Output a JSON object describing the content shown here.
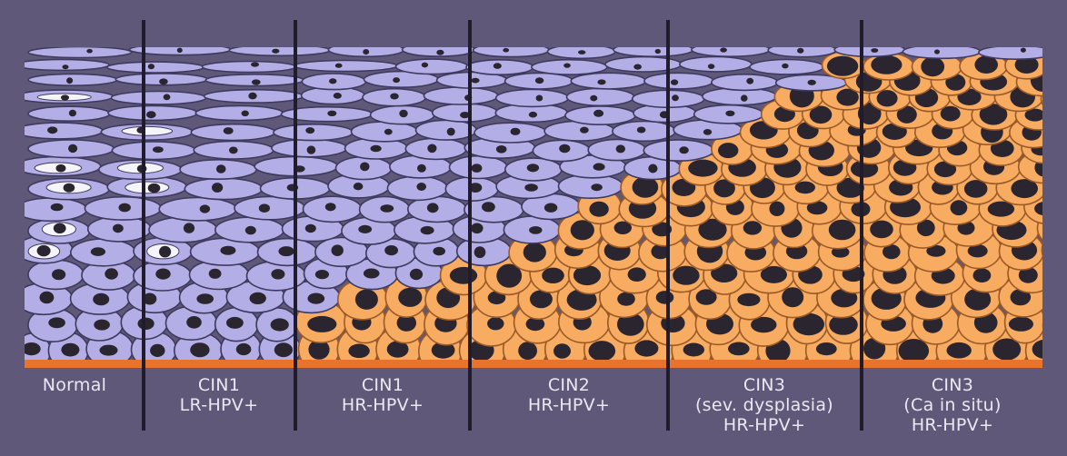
{
  "title": "",
  "colors": {
    "background": "#5f5878",
    "normal_cell_fill": "#b3aee6",
    "normal_cell_edge": "#3e3a5e",
    "dysplastic_cell_fill": "#f8ac62",
    "dysplastic_cell_edge": "#9a5a28",
    "nucleus": "#2b2530",
    "basement_membrane": "#e8732c",
    "divider": "#201c2c",
    "label_text": "#ece7f2"
  },
  "stages": [
    {
      "id": "normal",
      "lines": [
        "Normal"
      ]
    },
    {
      "id": "cin1-lr",
      "lines": [
        "CIN1",
        "LR-HPV+"
      ]
    },
    {
      "id": "cin1-hr",
      "lines": [
        "CIN1",
        "HR-HPV+"
      ]
    },
    {
      "id": "cin2",
      "lines": [
        "CIN2",
        "HR-HPV+"
      ]
    },
    {
      "id": "cin3-sev",
      "lines": [
        "CIN3",
        "(sev. dysplasia)",
        "HR-HPV+"
      ]
    },
    {
      "id": "cin3-cis",
      "lines": [
        "CIN3",
        "(Ca in situ)",
        "HR-HPV+"
      ]
    }
  ]
}
